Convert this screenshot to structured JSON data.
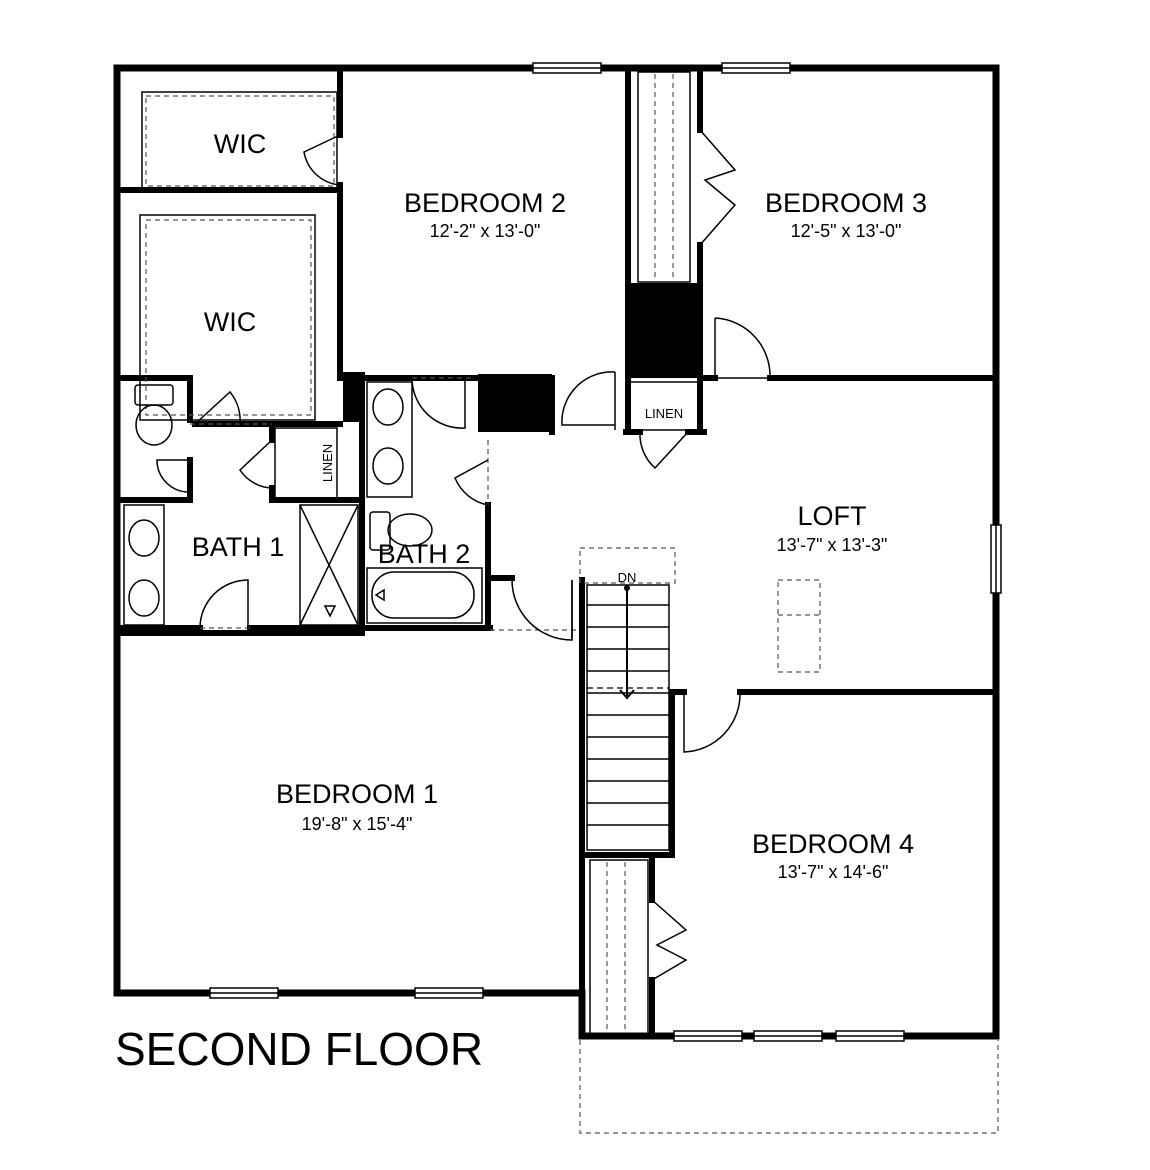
{
  "plan": {
    "title": "SECOND FLOOR",
    "rooms": {
      "wic_upper": {
        "name": "WIC"
      },
      "wic_lower": {
        "name": "WIC"
      },
      "bedroom2": {
        "name": "BEDROOM 2",
        "dims": "12'-2\" x 13'-0\""
      },
      "bedroom3": {
        "name": "BEDROOM 3",
        "dims": "12'-5\" x 13'-0\""
      },
      "loft": {
        "name": "LOFT",
        "dims": "13'-7\" x 13'-3\""
      },
      "bath1": {
        "name": "BATH 1"
      },
      "bath2": {
        "name": "BATH 2"
      },
      "bedroom1": {
        "name": "BEDROOM 1",
        "dims": "19'-8\" x 15'-4\""
      },
      "bedroom4": {
        "name": "BEDROOM 4",
        "dims": "13'-7\" x 14'-6\""
      }
    },
    "labels": {
      "linen_upper": "LINEN",
      "linen_side": "LINEN",
      "stairs": "DN"
    }
  }
}
